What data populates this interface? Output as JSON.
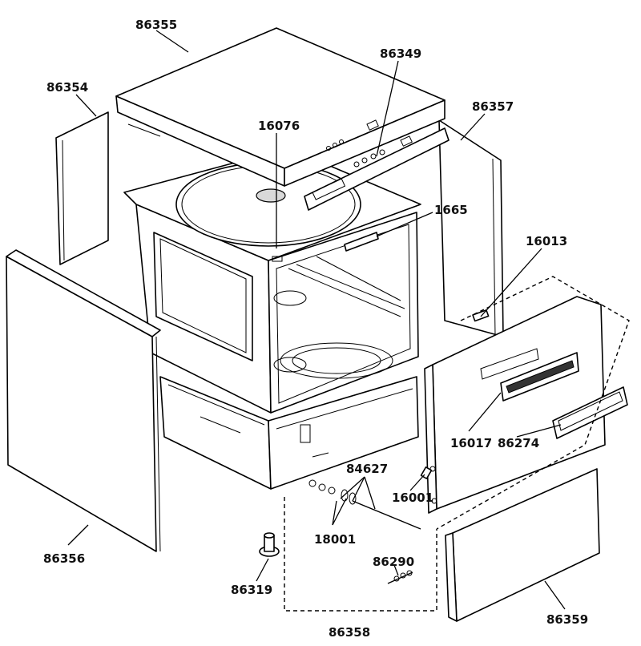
{
  "parts": [
    {
      "id": "p86355",
      "number": "86355"
    },
    {
      "id": "p86349",
      "number": "86349"
    },
    {
      "id": "p86354",
      "number": "86354"
    },
    {
      "id": "p86357",
      "number": "86357"
    },
    {
      "id": "p16076",
      "number": "16076"
    },
    {
      "id": "p1665",
      "number": "1665"
    },
    {
      "id": "p16013",
      "number": "16013"
    },
    {
      "id": "p16017",
      "number": "16017"
    },
    {
      "id": "p86274",
      "number": "86274"
    },
    {
      "id": "p84627",
      "number": "84627"
    },
    {
      "id": "p16001",
      "number": "16001"
    },
    {
      "id": "p18001",
      "number": "18001"
    },
    {
      "id": "p86356",
      "number": "86356"
    },
    {
      "id": "p86319",
      "number": "86319"
    },
    {
      "id": "p86290",
      "number": "86290"
    },
    {
      "id": "p86358",
      "number": "86358"
    },
    {
      "id": "p86359",
      "number": "86359"
    }
  ]
}
